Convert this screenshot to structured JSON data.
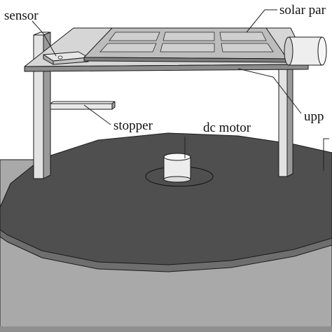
{
  "labels": {
    "sensor": "sensor",
    "solar_panel": "solar par",
    "stopper": "stopper",
    "dc_motor": "dc motor",
    "upper": "upp"
  },
  "colors": {
    "background": "#ffffff",
    "ground": "#a9a9a9",
    "turntable": "#4f4f4f",
    "turntable_edge": "#6e6e6e",
    "frame": "#d6d6d6",
    "frame_dark": "#8c8c8c",
    "panel": "#bdbdbd",
    "motor": "#ececec"
  }
}
